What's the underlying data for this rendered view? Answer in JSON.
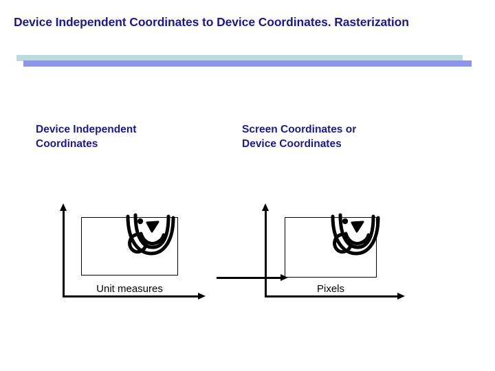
{
  "slide": {
    "title": "Device Independent Coordinates to Device Coordinates. Rasterization",
    "title_color": "#1a1a8c",
    "background": "#ffffff",
    "accent_bar_light": "#b9dde0",
    "accent_bar_dark": "#8d94ea"
  },
  "columns": {
    "left": {
      "heading": "Device Independent\nCoordinates",
      "caption": "Unit measures",
      "axis_color": "#000000",
      "icon": "smiley-face-clipart"
    },
    "right": {
      "heading": "Screen Coordinates or\nDevice Coordinates",
      "caption": "Pixels",
      "axis_color": "#000000",
      "icon": "smiley-face-clipart"
    }
  }
}
